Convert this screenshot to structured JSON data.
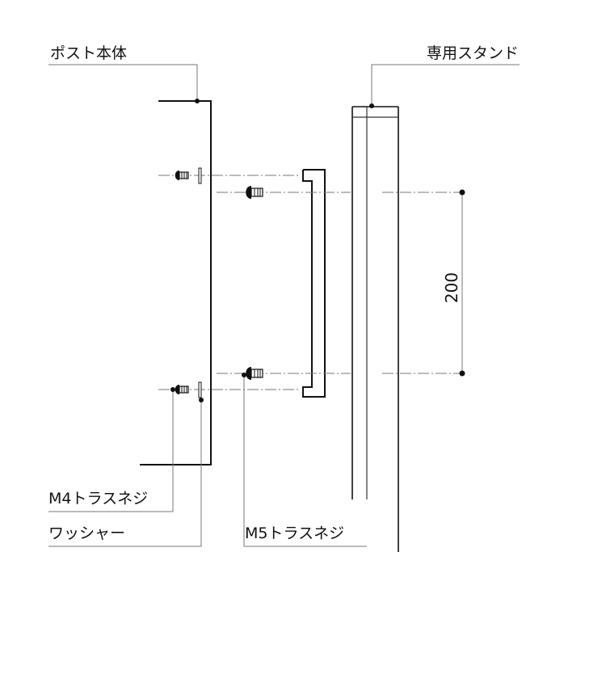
{
  "labels": {
    "post_body": "ポスト本体",
    "stand": "専用スタンド",
    "m4_screw": "M4トラスネジ",
    "washer": "ワッシャー",
    "m5_screw": "M5トラスネジ"
  },
  "dimension": {
    "value": "200"
  },
  "colors": {
    "line": "#111111",
    "leader": "#777777"
  }
}
